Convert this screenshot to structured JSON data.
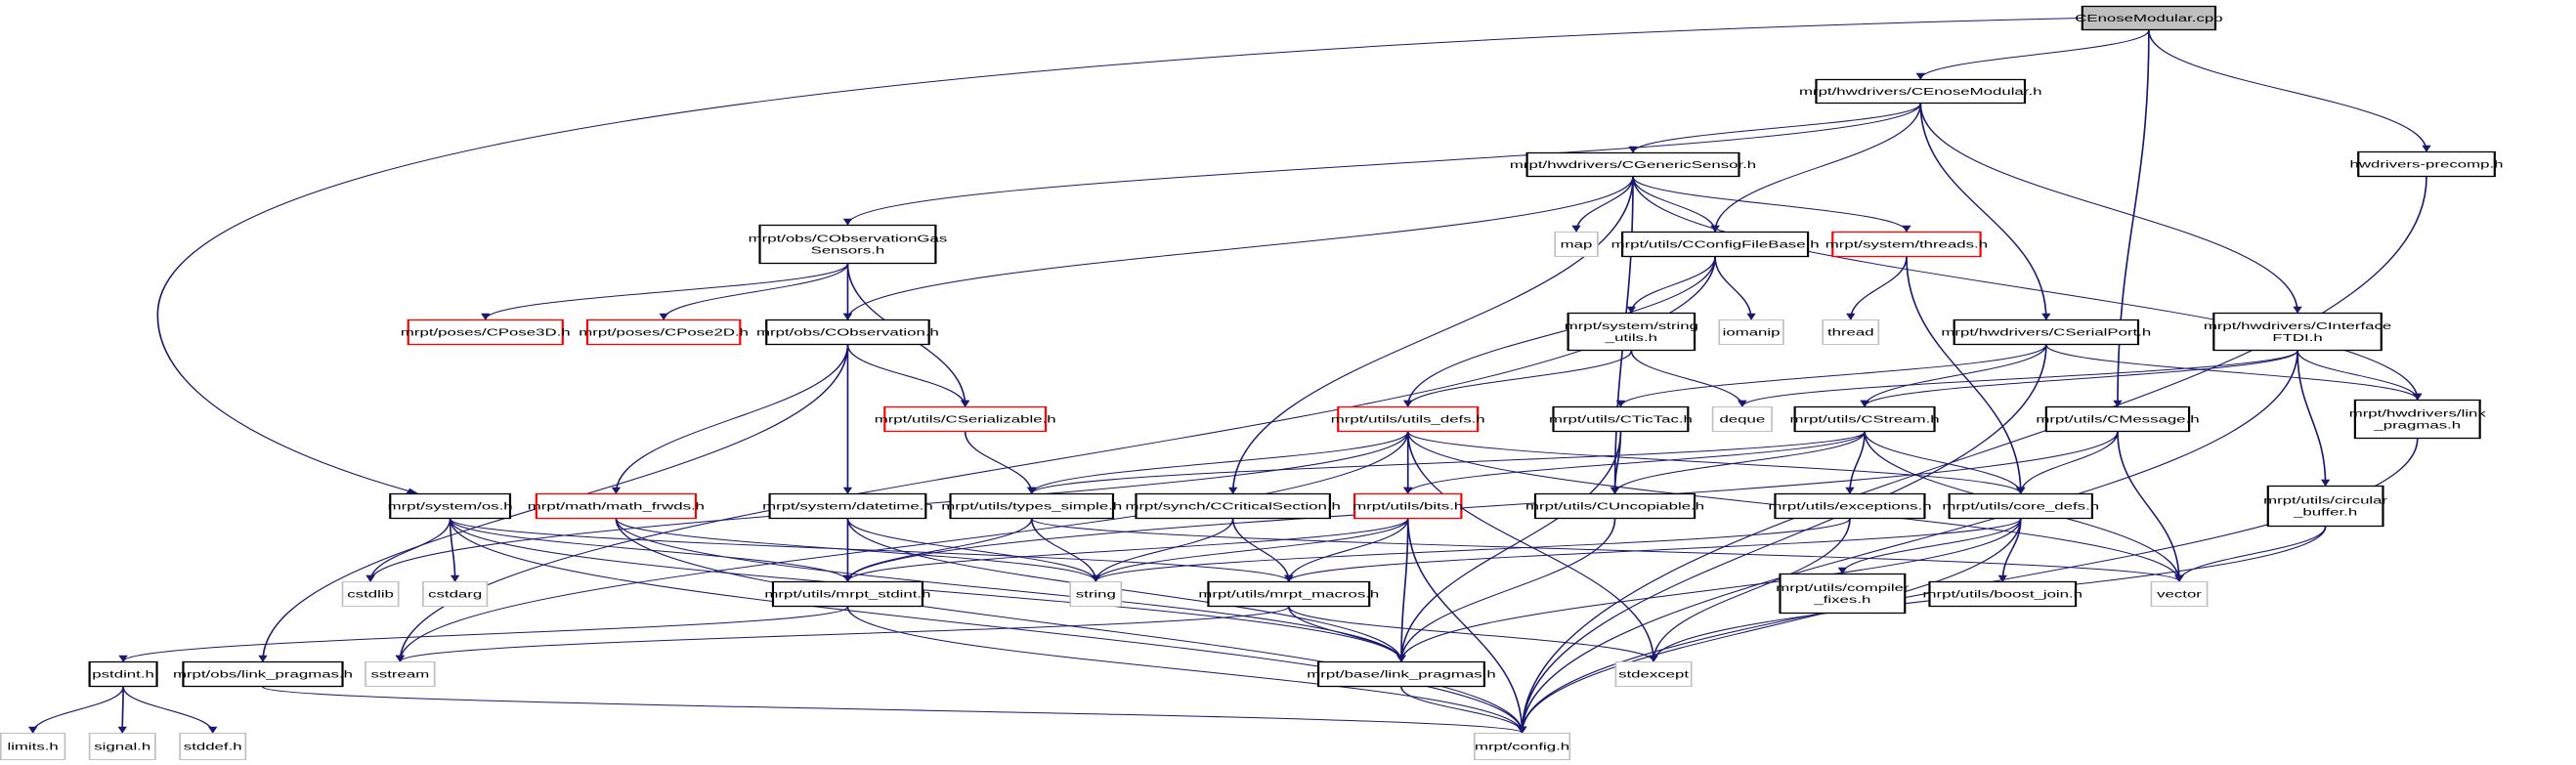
{
  "title": "CEnoseModular.cpp",
  "colors": {
    "edge": "#191970",
    "root_fill": "#bfbfbf",
    "normal_border": "#000000",
    "missing_border": "#ff0000",
    "external_border": "#bfbfbf"
  },
  "nodes": [
    {
      "id": "cpp",
      "label": [
        "CEnoseModular.cpp"
      ],
      "kind": "root"
    },
    {
      "id": "enose_h",
      "label": [
        "mrpt/hwdrivers/CEnoseModular.h"
      ],
      "kind": "normal"
    },
    {
      "id": "precomp",
      "label": [
        "hwdrivers-precomp.h"
      ],
      "kind": "normal"
    },
    {
      "id": "generic",
      "label": [
        "mrpt/hwdrivers/CGenericSensor.h"
      ],
      "kind": "normal"
    },
    {
      "id": "gas",
      "label": [
        "mrpt/obs/CObservationGas",
        "Sensors.h"
      ],
      "kind": "normal"
    },
    {
      "id": "map",
      "label": [
        "map"
      ],
      "kind": "external"
    },
    {
      "id": "config_base",
      "label": [
        "mrpt/utils/CConfigFileBase.h"
      ],
      "kind": "normal"
    },
    {
      "id": "threads",
      "label": [
        "mrpt/system/threads.h"
      ],
      "kind": "missing"
    },
    {
      "id": "pose3d",
      "label": [
        "mrpt/poses/CPose3D.h"
      ],
      "kind": "missing"
    },
    {
      "id": "pose2d",
      "label": [
        "mrpt/poses/CPose2D.h"
      ],
      "kind": "missing"
    },
    {
      "id": "observation",
      "label": [
        "mrpt/obs/CObservation.h"
      ],
      "kind": "normal"
    },
    {
      "id": "string_utils",
      "label": [
        "mrpt/system/string",
        "_utils.h"
      ],
      "kind": "normal"
    },
    {
      "id": "iomanip",
      "label": [
        "iomanip"
      ],
      "kind": "external"
    },
    {
      "id": "thread",
      "label": [
        "thread"
      ],
      "kind": "external"
    },
    {
      "id": "serial",
      "label": [
        "mrpt/hwdrivers/CSerialPort.h"
      ],
      "kind": "normal"
    },
    {
      "id": "ftdi",
      "label": [
        "mrpt/hwdrivers/CInterface",
        "FTDI.h"
      ],
      "kind": "normal"
    },
    {
      "id": "serializable",
      "label": [
        "mrpt/utils/CSerializable.h"
      ],
      "kind": "missing"
    },
    {
      "id": "utils_defs",
      "label": [
        "mrpt/utils/utils_defs.h"
      ],
      "kind": "missing"
    },
    {
      "id": "tictac",
      "label": [
        "mrpt/utils/CTicTac.h"
      ],
      "kind": "normal"
    },
    {
      "id": "deque",
      "label": [
        "deque"
      ],
      "kind": "external"
    },
    {
      "id": "stream",
      "label": [
        "mrpt/utils/CStream.h"
      ],
      "kind": "normal"
    },
    {
      "id": "message",
      "label": [
        "mrpt/utils/CMessage.h"
      ],
      "kind": "normal"
    },
    {
      "id": "hw_pragmas",
      "label": [
        "mrpt/hwdrivers/link",
        "_pragmas.h"
      ],
      "kind": "normal"
    },
    {
      "id": "os",
      "label": [
        "mrpt/system/os.h"
      ],
      "kind": "normal"
    },
    {
      "id": "math_frwds",
      "label": [
        "mrpt/math/math_frwds.h"
      ],
      "kind": "missing"
    },
    {
      "id": "datetime",
      "label": [
        "mrpt/system/datetime.h"
      ],
      "kind": "normal"
    },
    {
      "id": "types_simple",
      "label": [
        "mrpt/utils/types_simple.h"
      ],
      "kind": "normal"
    },
    {
      "id": "critical",
      "label": [
        "mrpt/synch/CCriticalSection.h"
      ],
      "kind": "normal"
    },
    {
      "id": "bits",
      "label": [
        "mrpt/utils/bits.h"
      ],
      "kind": "missing"
    },
    {
      "id": "uncopiable",
      "label": [
        "mrpt/utils/CUncopiable.h"
      ],
      "kind": "normal"
    },
    {
      "id": "exceptions",
      "label": [
        "mrpt/utils/exceptions.h"
      ],
      "kind": "normal"
    },
    {
      "id": "core_defs",
      "label": [
        "mrpt/utils/core_defs.h"
      ],
      "kind": "normal"
    },
    {
      "id": "circular",
      "label": [
        "mrpt/utils/circular",
        "_buffer.h"
      ],
      "kind": "normal"
    },
    {
      "id": "cstdlib",
      "label": [
        "cstdlib"
      ],
      "kind": "external"
    },
    {
      "id": "cstdarg",
      "label": [
        "cstdarg"
      ],
      "kind": "external"
    },
    {
      "id": "stdint",
      "label": [
        "mrpt/utils/mrpt_stdint.h"
      ],
      "kind": "normal"
    },
    {
      "id": "string",
      "label": [
        "string"
      ],
      "kind": "external"
    },
    {
      "id": "macros",
      "label": [
        "mrpt/utils/mrpt_macros.h"
      ],
      "kind": "normal"
    },
    {
      "id": "compiler",
      "label": [
        "mrpt/utils/compiler",
        "_fixes.h"
      ],
      "kind": "normal"
    },
    {
      "id": "boost_join",
      "label": [
        "mrpt/utils/boost_join.h"
      ],
      "kind": "normal"
    },
    {
      "id": "vector",
      "label": [
        "vector"
      ],
      "kind": "external"
    },
    {
      "id": "pstdint",
      "label": [
        "pstdint.h"
      ],
      "kind": "normal"
    },
    {
      "id": "obs_pragmas",
      "label": [
        "mrpt/obs/link_pragmas.h"
      ],
      "kind": "normal"
    },
    {
      "id": "sstream",
      "label": [
        "sstream"
      ],
      "kind": "external"
    },
    {
      "id": "base_pragmas",
      "label": [
        "mrpt/base/link_pragmas.h"
      ],
      "kind": "normal"
    },
    {
      "id": "stdexcept",
      "label": [
        "stdexcept"
      ],
      "kind": "external"
    },
    {
      "id": "limits",
      "label": [
        "limits.h"
      ],
      "kind": "external"
    },
    {
      "id": "signal",
      "label": [
        "signal.h"
      ],
      "kind": "external"
    },
    {
      "id": "stddef",
      "label": [
        "stddef.h"
      ],
      "kind": "external"
    },
    {
      "id": "config",
      "label": [
        "mrpt/config.h"
      ],
      "kind": "external"
    }
  ],
  "edges": [
    [
      "cpp",
      "enose_h"
    ],
    [
      "cpp",
      "precomp"
    ],
    [
      "cpp",
      "os"
    ],
    [
      "cpp",
      "message"
    ],
    [
      "enose_h",
      "generic"
    ],
    [
      "enose_h",
      "gas"
    ],
    [
      "enose_h",
      "config_base"
    ],
    [
      "enose_h",
      "serial"
    ],
    [
      "enose_h",
      "ftdi"
    ],
    [
      "precomp",
      "config"
    ],
    [
      "generic",
      "observation"
    ],
    [
      "generic",
      "map"
    ],
    [
      "generic",
      "config_base"
    ],
    [
      "generic",
      "threads"
    ],
    [
      "generic",
      "hw_pragmas"
    ],
    [
      "generic",
      "critical"
    ],
    [
      "generic",
      "uncopiable"
    ],
    [
      "gas",
      "pose3d"
    ],
    [
      "gas",
      "pose2d"
    ],
    [
      "gas",
      "observation"
    ],
    [
      "gas",
      "serializable"
    ],
    [
      "config_base",
      "string_utils"
    ],
    [
      "config_base",
      "iomanip"
    ],
    [
      "config_base",
      "utils_defs"
    ],
    [
      "config_base",
      "sstream"
    ],
    [
      "threads",
      "thread"
    ],
    [
      "threads",
      "core_defs"
    ],
    [
      "observation",
      "serializable"
    ],
    [
      "observation",
      "math_frwds"
    ],
    [
      "observation",
      "datetime"
    ],
    [
      "observation",
      "obs_pragmas"
    ],
    [
      "string_utils",
      "utils_defs"
    ],
    [
      "string_utils",
      "deque"
    ],
    [
      "serial",
      "tictac"
    ],
    [
      "serial",
      "stream"
    ],
    [
      "serial",
      "hw_pragmas"
    ],
    [
      "serial",
      "config"
    ],
    [
      "ftdi",
      "deque"
    ],
    [
      "ftdi",
      "stream"
    ],
    [
      "ftdi",
      "hw_pragmas"
    ],
    [
      "ftdi",
      "circular"
    ],
    [
      "ftdi",
      "config"
    ],
    [
      "serializable",
      "types_simple"
    ],
    [
      "utils_defs",
      "types_simple"
    ],
    [
      "utils_defs",
      "bits"
    ],
    [
      "utils_defs",
      "stdexcept"
    ],
    [
      "utils_defs",
      "cstdlib"
    ],
    [
      "utils_defs",
      "sstream"
    ],
    [
      "utils_defs",
      "core_defs"
    ],
    [
      "utils_defs",
      "vector"
    ],
    [
      "tictac",
      "uncopiable"
    ],
    [
      "tictac",
      "base_pragmas"
    ],
    [
      "stream",
      "types_simple"
    ],
    [
      "stream",
      "uncopiable"
    ],
    [
      "stream",
      "exceptions"
    ],
    [
      "stream",
      "core_defs"
    ],
    [
      "stream",
      "vector"
    ],
    [
      "stream",
      "bits"
    ],
    [
      "message",
      "core_defs"
    ],
    [
      "message",
      "vector"
    ],
    [
      "message",
      "stdint"
    ],
    [
      "hw_pragmas",
      "config"
    ],
    [
      "os",
      "cstdlib"
    ],
    [
      "os",
      "cstdarg"
    ],
    [
      "os",
      "stdint"
    ],
    [
      "os",
      "macros"
    ],
    [
      "os",
      "base_pragmas"
    ],
    [
      "os",
      "config"
    ],
    [
      "math_frwds",
      "string"
    ],
    [
      "math_frwds",
      "base_pragmas"
    ],
    [
      "math_frwds",
      "config"
    ],
    [
      "datetime",
      "stdint"
    ],
    [
      "datetime",
      "string"
    ],
    [
      "datetime",
      "base_pragmas"
    ],
    [
      "types_simple",
      "string"
    ],
    [
      "types_simple",
      "stdint"
    ],
    [
      "types_simple",
      "vector"
    ],
    [
      "critical",
      "string"
    ],
    [
      "critical",
      "macros"
    ],
    [
      "bits",
      "stdint"
    ],
    [
      "bits",
      "string"
    ],
    [
      "bits",
      "macros"
    ],
    [
      "bits",
      "base_pragmas"
    ],
    [
      "bits",
      "config"
    ],
    [
      "uncopiable",
      "base_pragmas"
    ],
    [
      "exceptions",
      "string"
    ],
    [
      "exceptions",
      "stdexcept"
    ],
    [
      "core_defs",
      "compiler"
    ],
    [
      "core_defs",
      "boost_join"
    ],
    [
      "core_defs",
      "macros"
    ],
    [
      "core_defs",
      "base_pragmas"
    ],
    [
      "core_defs",
      "config"
    ],
    [
      "circular",
      "vector"
    ],
    [
      "circular",
      "stdexcept"
    ],
    [
      "stdint",
      "pstdint"
    ],
    [
      "stdint",
      "config"
    ],
    [
      "macros",
      "sstream"
    ],
    [
      "macros",
      "base_pragmas"
    ],
    [
      "macros",
      "stdexcept"
    ],
    [
      "pstdint",
      "limits"
    ],
    [
      "pstdint",
      "signal"
    ],
    [
      "pstdint",
      "stddef"
    ],
    [
      "obs_pragmas",
      "config"
    ],
    [
      "base_pragmas",
      "config"
    ]
  ]
}
